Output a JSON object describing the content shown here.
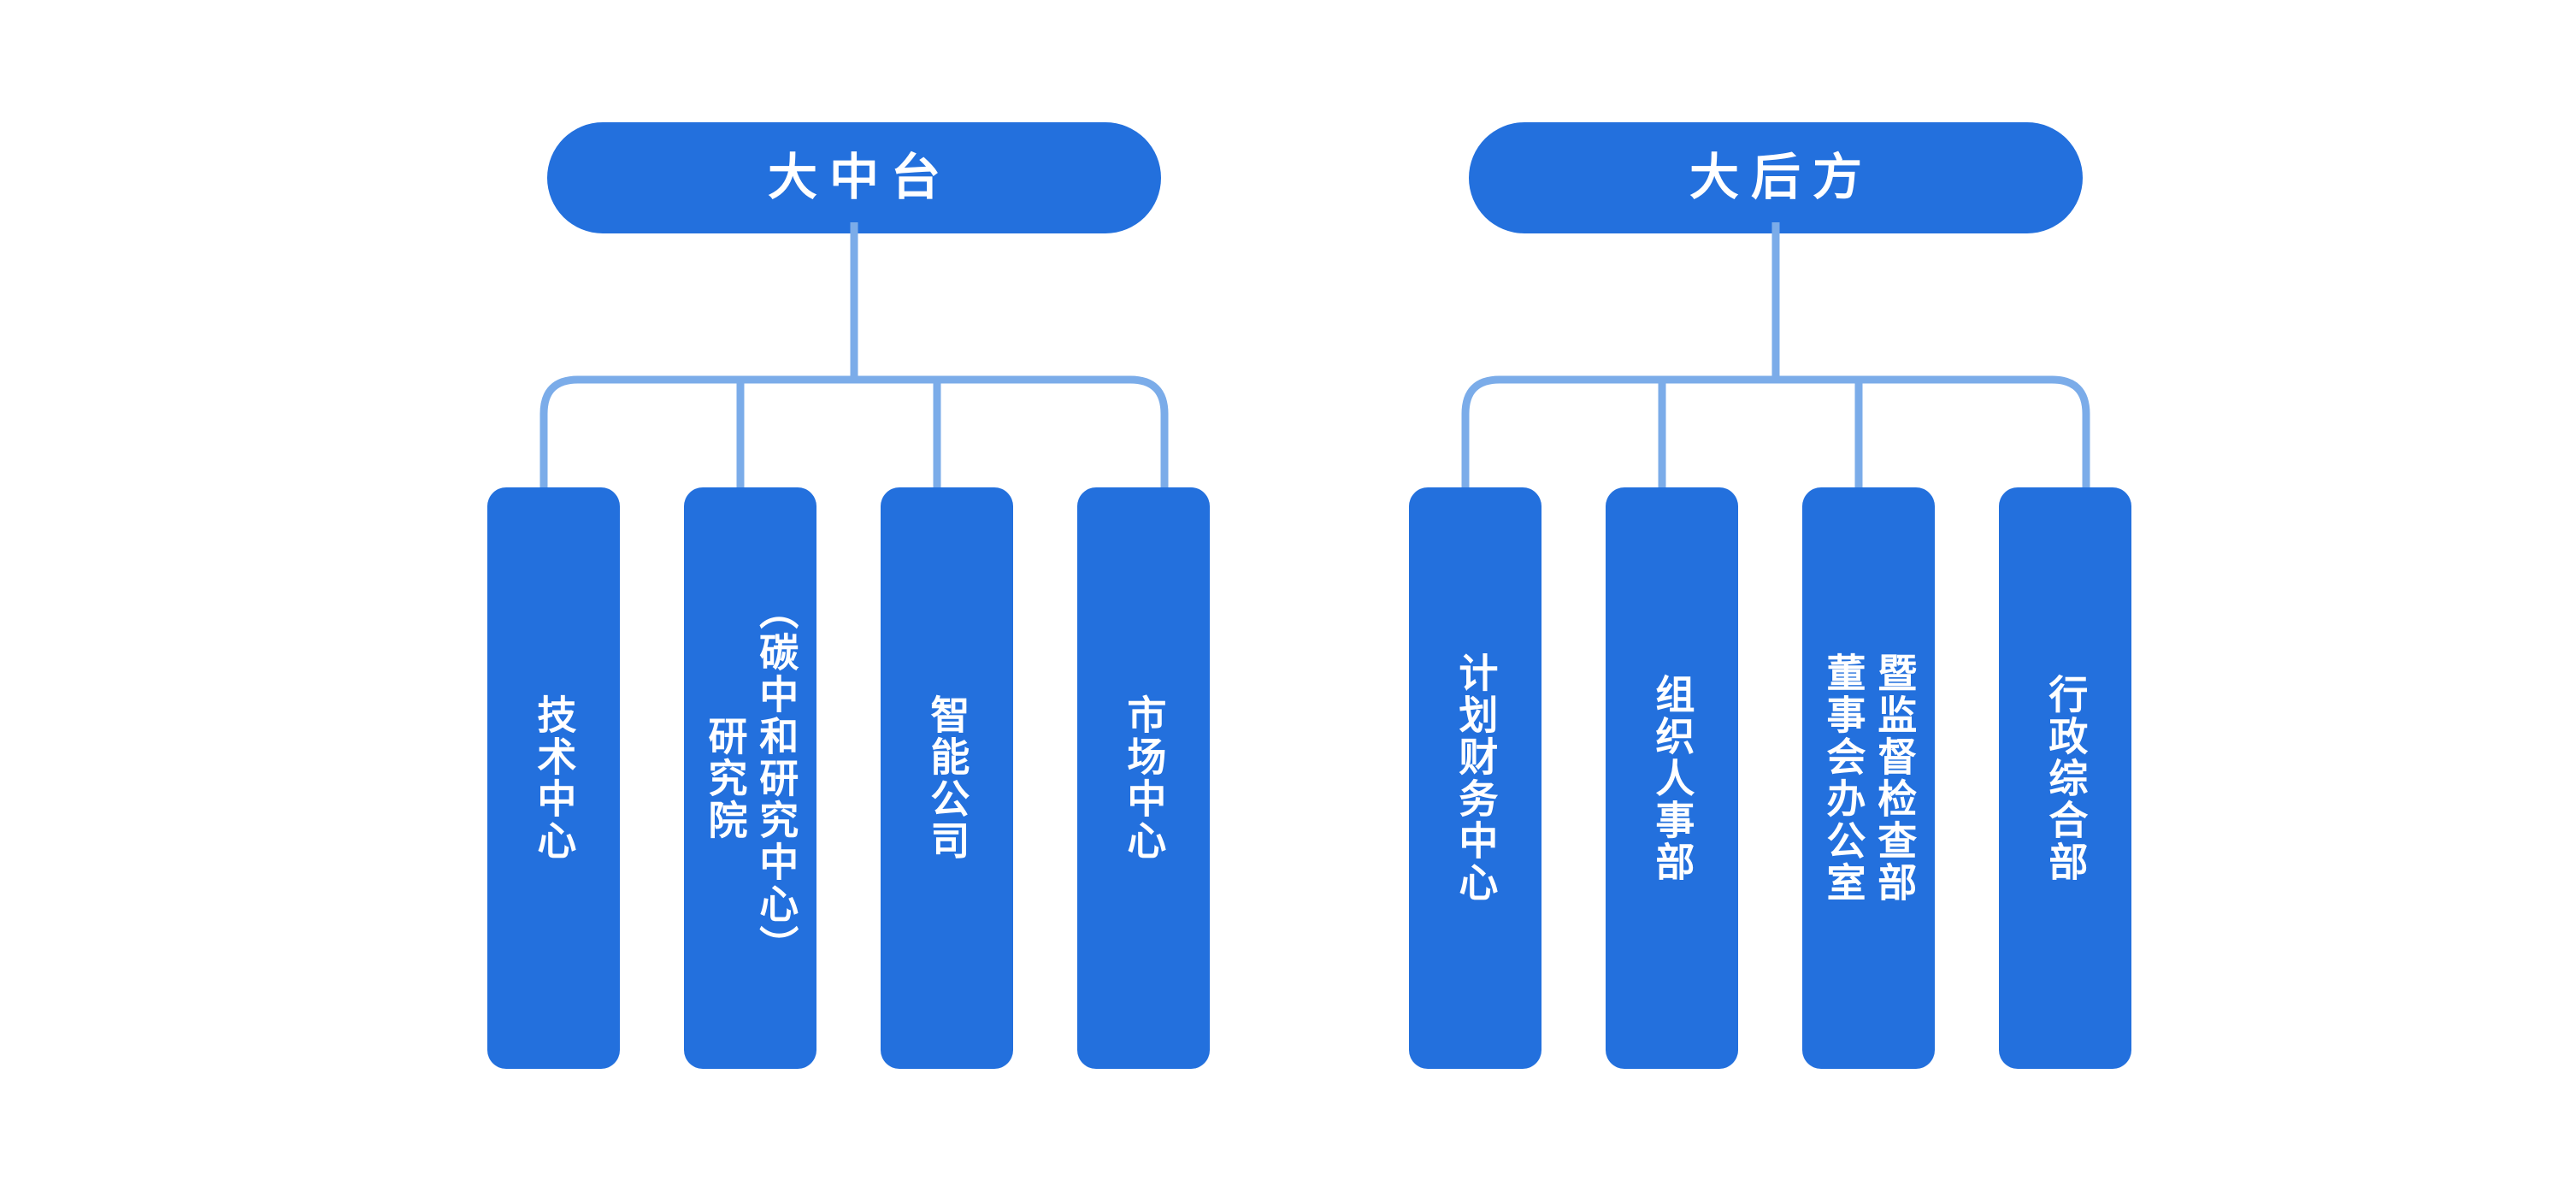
{
  "theme": {
    "background": "#ffffff",
    "node_fill": "#2370dd",
    "node_text": "#ffffff",
    "connector": "#7bace9",
    "pill_fill": "#2370dd"
  },
  "chart_data": {
    "type": "diagram",
    "diagram_kind": "organization-chart",
    "orientation": "top-down",
    "text_direction": "vertical-rl",
    "groups": [
      {
        "id": "middle-platform",
        "root": {
          "label": "大中台"
        },
        "children": [
          {
            "id": "tech-center",
            "label": "技术中心",
            "columns": [
              "技术中心"
            ]
          },
          {
            "id": "research-inst",
            "label": "研究院（碳中和研究中心）",
            "columns": [
              "研究院",
              "（碳中和研究中心）"
            ]
          },
          {
            "id": "intelligent-co",
            "label": "智能公司",
            "columns": [
              "智能公司"
            ]
          },
          {
            "id": "market-center",
            "label": "市场中心",
            "columns": [
              "市场中心"
            ]
          }
        ]
      },
      {
        "id": "rear-support",
        "root": {
          "label": "大后方"
        },
        "children": [
          {
            "id": "plan-finance",
            "label": "计划财务中心",
            "columns": [
              "计划财务中心"
            ]
          },
          {
            "id": "org-personnel",
            "label": "组织人事部",
            "columns": [
              "组织人事部"
            ]
          },
          {
            "id": "board-office",
            "label": "董事会办公室暨监督检查部",
            "columns": [
              "董事会办公室",
              "暨监督检查部"
            ]
          },
          {
            "id": "admin-general",
            "label": "行政综合部",
            "columns": [
              "行政综合部"
            ]
          }
        ]
      }
    ]
  },
  "left_group": {
    "root_label": "大中台",
    "nodes": [
      {
        "main": "技术中心",
        "sub": ""
      },
      {
        "main": "研究院",
        "sub": "（碳中和研究中心）"
      },
      {
        "main": "智能公司",
        "sub": ""
      },
      {
        "main": "市场中心",
        "sub": ""
      }
    ]
  },
  "right_group": {
    "root_label": "大后方",
    "nodes": [
      {
        "main": "计划财务中心",
        "sub": ""
      },
      {
        "main": "组织人事部",
        "sub": ""
      },
      {
        "main": "董事会办公室",
        "sub": "暨监督检查部"
      },
      {
        "main": "行政综合部",
        "sub": ""
      }
    ]
  }
}
